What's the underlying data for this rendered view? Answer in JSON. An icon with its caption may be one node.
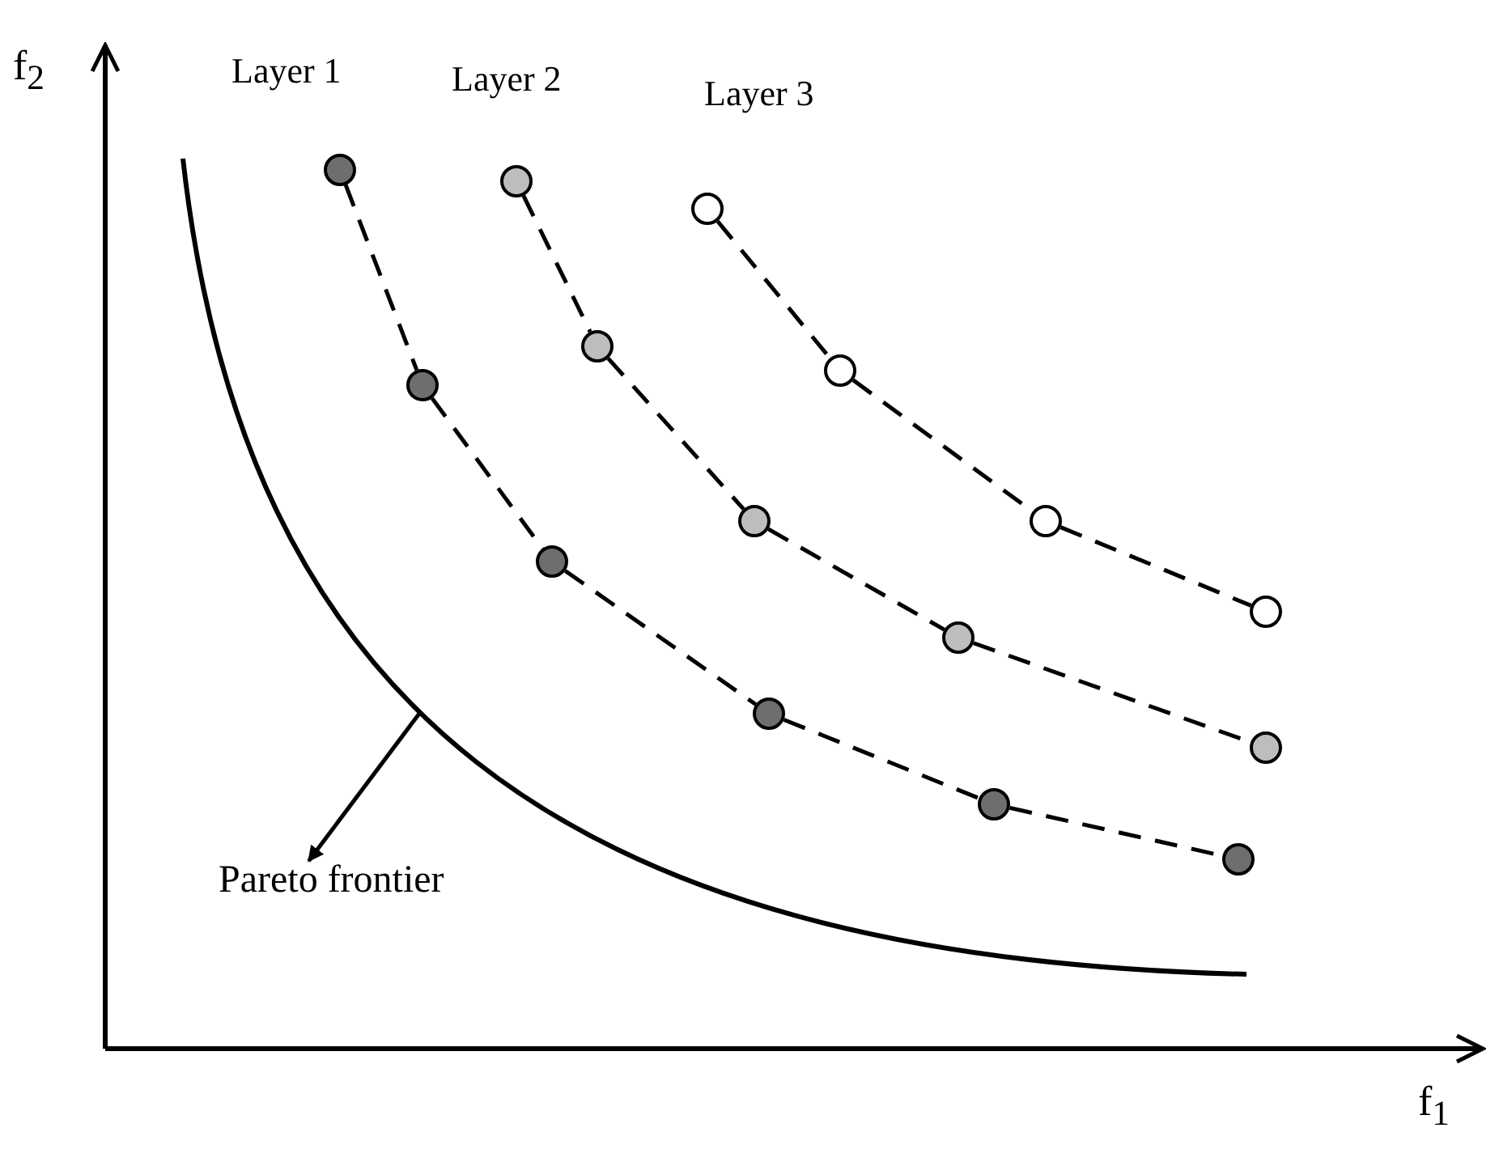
{
  "diagram": {
    "nodes": [
      {
        "text": [],
        "shape": "circle"
      },
      {
        "text": [],
        "shape": "circle"
      },
      {
        "text": [],
        "shape": "circle"
      },
      {
        "text": [],
        "shape": "circle"
      },
      {
        "text": [],
        "shape": "circle"
      },
      {
        "text": [],
        "shape": "circle"
      },
      {
        "text": [],
        "shape": "circle"
      },
      {
        "text": [],
        "shape": "circle"
      },
      {
        "text": [],
        "shape": "circle"
      },
      {
        "text": [],
        "shape": "circle"
      },
      {
        "text": [],
        "shape": "circle"
      },
      {
        "text": [],
        "shape": "circle"
      },
      {
        "text": [],
        "shape": "circle"
      },
      {
        "text": [],
        "shape": "circle"
      },
      {
        "text": [],
        "shape": "circle"
      },
      {
        "text": [
          "Pareto frontier"
        ]
      }
    ],
    "edges": [
      {
        "from": 0,
        "to": 1,
        "arrow": "none",
        "style": "dashed"
      },
      {
        "from": 1,
        "to": 2,
        "arrow": "none",
        "style": "dashed"
      },
      {
        "from": 2,
        "to": 3,
        "arrow": "none",
        "style": "dashed"
      },
      {
        "from": 3,
        "to": 4,
        "arrow": "none",
        "style": "dashed"
      },
      {
        "from": 4,
        "to": 5,
        "arrow": "none",
        "style": "dashed"
      },
      {
        "from": 6,
        "to": 7,
        "arrow": "none",
        "style": "dashed"
      },
      {
        "from": 7,
        "to": 8,
        "arrow": "none",
        "style": "dashed"
      },
      {
        "from": 8,
        "to": 9,
        "arrow": "none",
        "style": "dashed"
      },
      {
        "from": 9,
        "to": 10,
        "arrow": "none",
        "style": "dashed"
      },
      {
        "from": 11,
        "to": 12,
        "arrow": "none",
        "style": "dashed"
      },
      {
        "from": 12,
        "to": 13,
        "arrow": "none",
        "style": "dashed"
      },
      {
        "from": 13,
        "to": 14,
        "arrow": "none",
        "style": "dashed"
      },
      {
        "from": null,
        "to": 15,
        "arrow": "to"
      }
    ],
    "labels": [
      "f$_{2}$",
      "Layer 1",
      "Layer 2",
      "Layer 3",
      "f$_{1}$"
    ]
  }
}
